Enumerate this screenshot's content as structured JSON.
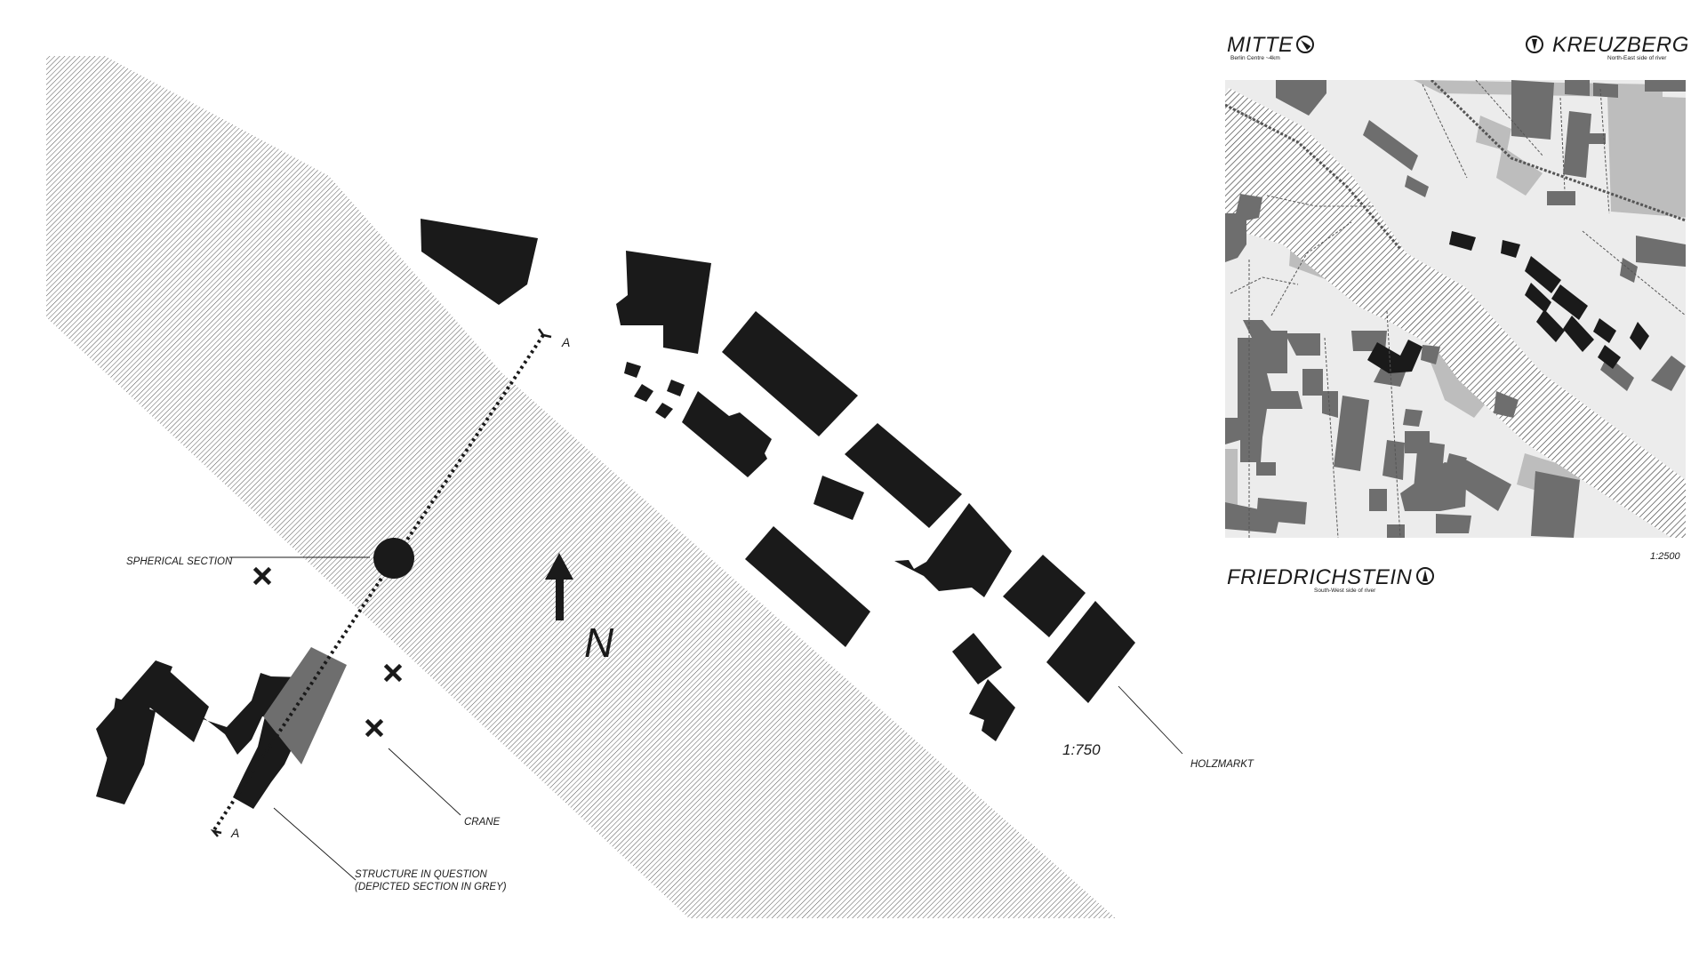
{
  "main_plan": {
    "scale": "1:750",
    "north_label": "N",
    "section_marker_label": "A",
    "labels": {
      "spherical_section": "SPHERICAL SECTION",
      "crane": "CRANE",
      "structure_line1": "STRUCTURE IN QUESTION",
      "structure_line2": "(DEPICTED SECTION IN GREY)",
      "holzmarkt": "HOLZMARKT"
    }
  },
  "context_map": {
    "scale": "1:2500",
    "districts": [
      {
        "name": "MITTE",
        "subtitle": "Berlin Centre ~4km"
      },
      {
        "name": "KREUZBERG",
        "subtitle": "North-East side of river"
      },
      {
        "name": "FRIEDRICHSTEIN",
        "subtitle": "South-West side of river"
      }
    ]
  },
  "colors": {
    "building_black": "#1a1a1a",
    "building_grey": "#6e6e6e",
    "ground_light": "#ececec",
    "open_space_grey": "#bdbdbd",
    "water_hatch": "#555555"
  }
}
